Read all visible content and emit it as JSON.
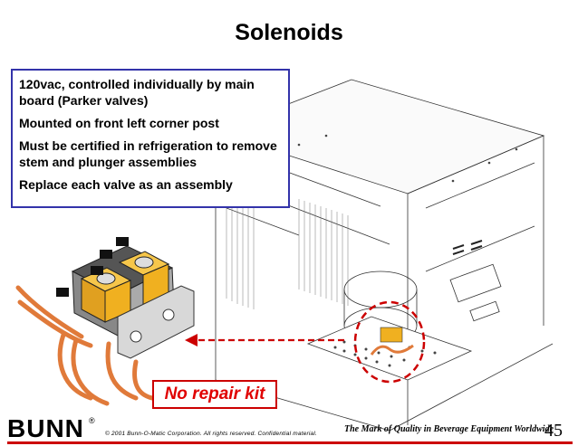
{
  "title": "Solenoids",
  "info_lines": [
    "120vac, controlled individually by main board (Parker valves)",
    "Mounted on front left corner post",
    "Must be certified in refrigeration to remove stem and plunger assemblies",
    "Replace each valve as an assembly"
  ],
  "callout": "No repair kit",
  "footer": {
    "brand": "BUNN",
    "registered": "®",
    "copyright": "© 2001 Bunn-O-Matic Corporation. All rights reserved. Confidential material.",
    "tagline": "The Mark of Quality in Beverage Equipment Worldwide",
    "page_number": "45"
  },
  "colors": {
    "accent_red": "#cc0000",
    "box_border": "#3333aa",
    "solenoid_yellow": "#f0b020",
    "tube_copper": "#e07a3a"
  }
}
